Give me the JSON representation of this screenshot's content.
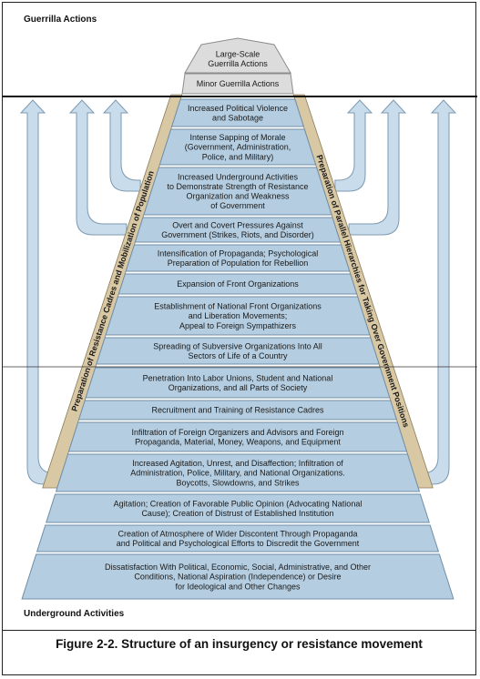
{
  "sections": {
    "top": "Guerrilla Actions",
    "bottom": "Underground Activities"
  },
  "top_layers": [
    {
      "lines": [
        "Large-Scale",
        "Guerrilla Actions"
      ]
    },
    {
      "lines": [
        "Minor Guerrilla Actions"
      ]
    }
  ],
  "layers": [
    {
      "lines": [
        "Increased Political Violence",
        "and Sabotage"
      ]
    },
    {
      "lines": [
        "Intense Sapping of Morale",
        "(Government, Administration,",
        "Police, and Military)"
      ]
    },
    {
      "lines": [
        "Increased Underground Activities",
        "to Demonstrate Strength of Resistance",
        "Organization and Weakness",
        "of Government"
      ]
    },
    {
      "lines": [
        "Overt and Covert Pressures Against",
        "Government (Strikes, Riots, and Disorder)"
      ]
    },
    {
      "lines": [
        "Intensification of Propaganda; Psychological",
        "Preparation of Population for Rebellion"
      ]
    },
    {
      "lines": [
        "Expansion of Front Organizations"
      ]
    },
    {
      "lines": [
        "Establishment of National Front Organizations",
        "and Liberation Movements;",
        "Appeal to Foreign Sympathizers"
      ]
    },
    {
      "lines": [
        "Spreading of Subversive Organizations Into All",
        "Sectors of Life of a Country"
      ]
    },
    {
      "lines": [
        "Penetration Into Labor Unions, Student and National",
        "Organizations, and all Parts of Society"
      ]
    },
    {
      "lines": [
        "Recruitment and Training of Resistance Cadres"
      ]
    },
    {
      "lines": [
        "Infiltration of Foreign Organizers and Advisors and Foreign",
        "Propaganda, Material, Money, Weapons, and Equipment"
      ]
    },
    {
      "lines": [
        "Increased Agitation, Unrest, and Disaffection; Infiltration of",
        "Administration, Police, Military, and National Organizations.",
        "Boycotts, Slowdowns, and Strikes"
      ]
    },
    {
      "lines": [
        "Agitation; Creation of Favorable Public Opinion (Advocating National",
        "Cause); Creation of Distrust of Established Institution"
      ]
    },
    {
      "lines": [
        "Creation of Atmosphere of Wider Discontent Through Propaganda",
        "and Political and Psychological Efforts to Discredit the Government"
      ]
    },
    {
      "lines": [
        "Dissatisfaction With Political, Economic, Social, Administrative, and Other",
        "Conditions, National Aspiration (Independence) or Desire",
        "for Ideological and Other Changes"
      ]
    }
  ],
  "side_labels": {
    "left": "Preparation of Resistance Cadres and Mobilization of Population",
    "right": "Preparation of Parallel Hierarchies for Taking Over Government Positions"
  },
  "caption": "Figure 2-2. Structure of an insurgency or resistance movement",
  "colors": {
    "layer_fill": "#b4cde0",
    "layer_stroke": "#6f8ea8",
    "top_layer_fill": "#dcdcdc",
    "top_layer_stroke": "#8c8c8c",
    "band_fill": "#d9c8a4",
    "band_stroke": "#8a7a58",
    "arrow_fill": "#c9dceb",
    "arrow_stroke": "#7d9ab2",
    "divider": "#111111"
  }
}
